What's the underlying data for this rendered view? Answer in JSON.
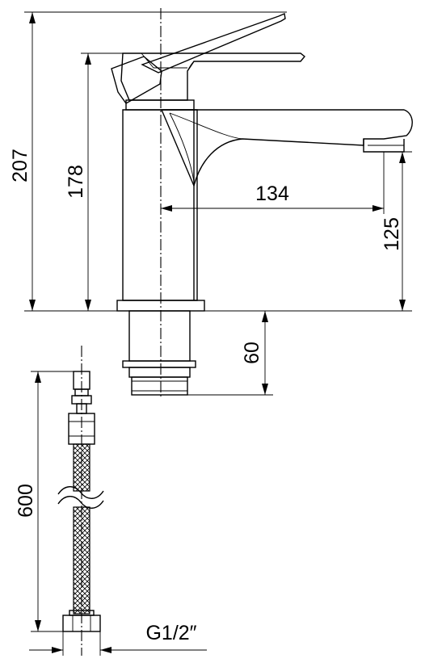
{
  "dimensions": {
    "total_height": "207",
    "body_height": "178",
    "spout_reach": "134",
    "spout_height": "125",
    "shank_length": "60",
    "hose_length": "600",
    "hose_thread": "G1/2″"
  },
  "icons": {
    "arrowhead": "filled-arrowhead-icon",
    "hose_break": "break-line-icon"
  },
  "colors": {
    "line": "#000000",
    "background": "#ffffff"
  }
}
